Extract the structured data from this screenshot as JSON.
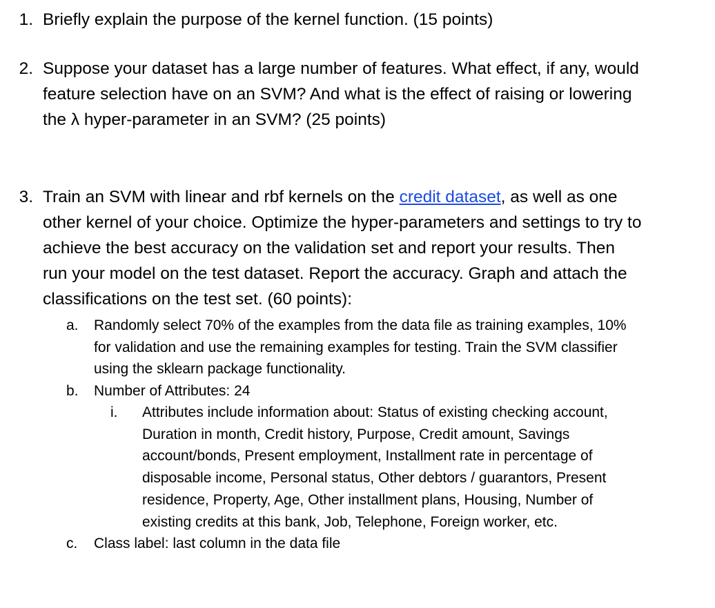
{
  "document": {
    "background_color": "#ffffff",
    "text_color": "#000000",
    "link_color": "#1a4ae0",
    "questions": [
      {
        "marker": "1.",
        "text": "Briefly explain the purpose of the kernel function. (15 points)"
      },
      {
        "marker": "2.",
        "text": "Suppose your dataset has a large number of features. What effect, if any, would feature selection have on an SVM? And what is the effect of raising or lowering the λ hyper-parameter in an SVM? (25 points)"
      },
      {
        "marker": "3.",
        "text_before_link": "Train an SVM with linear and rbf kernels on the ",
        "link_text": "credit dataset",
        "text_after_link": ", as well as one other kernel of your choice. Optimize the hyper-parameters and settings to try to achieve the best accuracy on the validation set and report your results. Then run your model on the test dataset. Report the accuracy. Graph and attach the classifications on the test set. (60 points):",
        "subitems": [
          {
            "marker": "a.",
            "text": "Randomly select 70% of the examples from the data file as training examples, 10% for validation and use the remaining examples for testing. Train the SVM classifier using the sklearn package functionality."
          },
          {
            "marker": "b.",
            "text": "Number of Attributes: 24",
            "subitems": [
              {
                "marker": "i.",
                "text": "Attributes include information about: Status of existing checking account,  Duration in month,  Credit history,  Purpose,  Credit amount,  Savings account/bonds,  Present employment,  Installment rate in percentage of disposable income,  Personal status,  Other debtors / guarantors,  Present residence,  Property,  Age,  Other installment plans,  Housing,  Number of existing credits at this bank,  Job,  Telephone,  Foreign worker, etc."
              }
            ]
          },
          {
            "marker": "c.",
            "text": "Class label: last column in the data file"
          }
        ]
      }
    ]
  }
}
